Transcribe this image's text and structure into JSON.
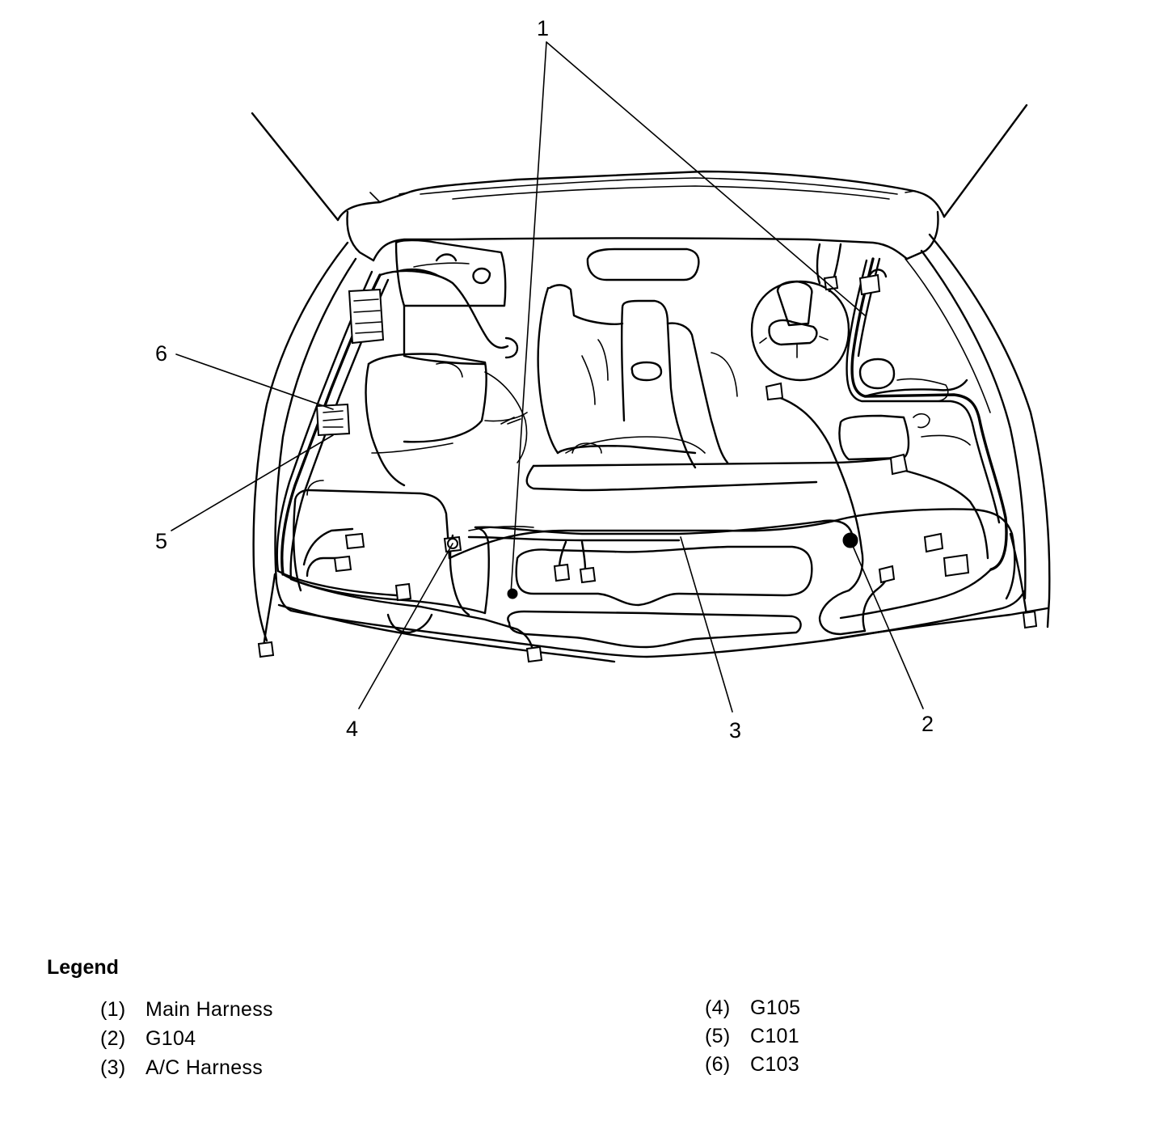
{
  "callouts": [
    {
      "num": "1",
      "label": "Main Harness"
    },
    {
      "num": "2",
      "label": "G104"
    },
    {
      "num": "3",
      "label": "A/C Harness"
    },
    {
      "num": "4",
      "label": "G105"
    },
    {
      "num": "5",
      "label": "C101"
    },
    {
      "num": "6",
      "label": "C103"
    }
  ],
  "legend": {
    "title": "Legend",
    "items": [
      {
        "num": "(1)",
        "label": "Main Harness"
      },
      {
        "num": "(2)",
        "label": "G104"
      },
      {
        "num": "(3)",
        "label": "A/C Harness"
      },
      {
        "num": "(4)",
        "label": "G105"
      },
      {
        "num": "(5)",
        "label": "C101"
      },
      {
        "num": "(6)",
        "label": "C103"
      }
    ]
  }
}
